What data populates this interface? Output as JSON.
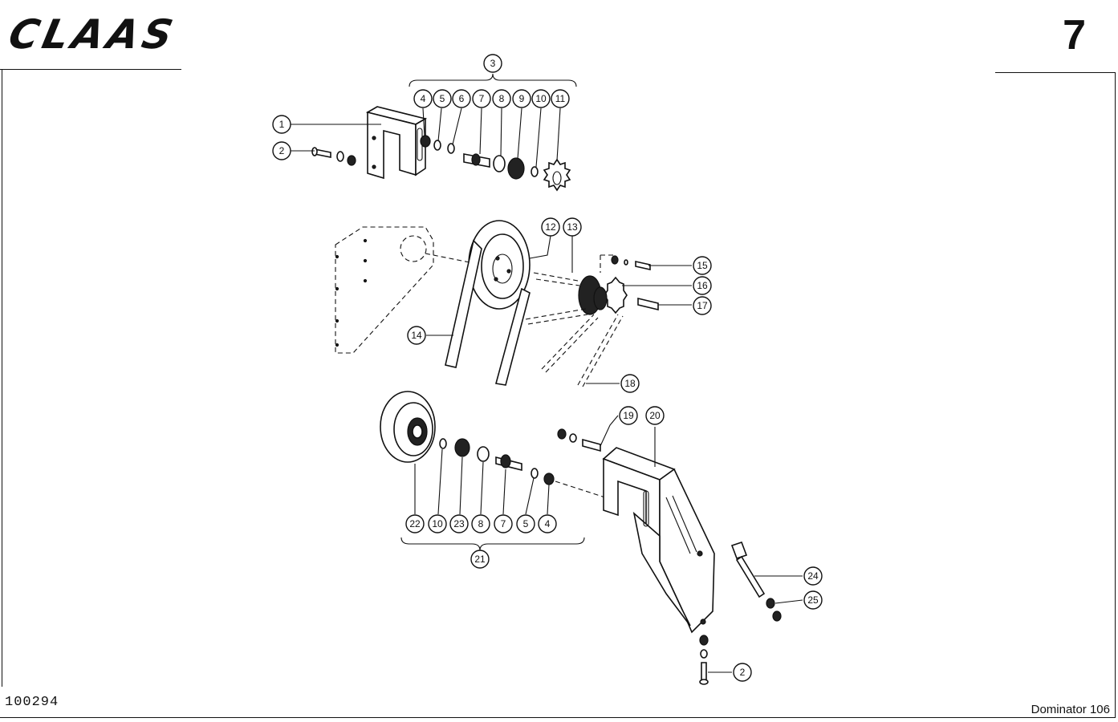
{
  "header": {
    "brand": "CLAAS",
    "page_number": "7"
  },
  "footer": {
    "doc_code": "100294",
    "model": "Dominator 106"
  },
  "callouts": [
    {
      "label": "3"
    },
    {
      "label": "4"
    },
    {
      "label": "5"
    },
    {
      "label": "6"
    },
    {
      "label": "7"
    },
    {
      "label": "8"
    },
    {
      "label": "9"
    },
    {
      "label": "10"
    },
    {
      "label": "11"
    },
    {
      "label": "1"
    },
    {
      "label": "2"
    },
    {
      "label": "12"
    },
    {
      "label": "13"
    },
    {
      "label": "15"
    },
    {
      "label": "16"
    },
    {
      "label": "17"
    },
    {
      "label": "14"
    },
    {
      "label": "18"
    },
    {
      "label": "19"
    },
    {
      "label": "20"
    },
    {
      "label": "22"
    },
    {
      "label": "10"
    },
    {
      "label": "23"
    },
    {
      "label": "8"
    },
    {
      "label": "7"
    },
    {
      "label": "5"
    },
    {
      "label": "4"
    },
    {
      "label": "21"
    },
    {
      "label": "24"
    },
    {
      "label": "25"
    },
    {
      "label": "2"
    }
  ]
}
